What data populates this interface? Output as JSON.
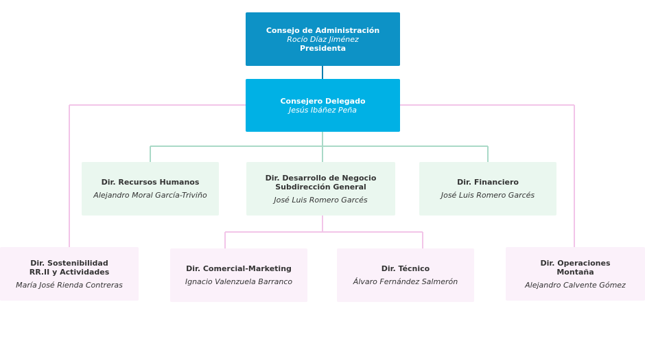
{
  "nodes": {
    "board": {
      "title": "Consejo de Administración",
      "person": "Rocío Díaz Jiménez",
      "role": "Presidenta"
    },
    "ceo": {
      "title": "Consejero Delegado",
      "person": "Jesús Ibáñez Peña"
    },
    "hr": {
      "title": "Dir. Recursos Humanos",
      "person": "Alejandro Moral García-Triviño"
    },
    "business_dev": {
      "title": "Dir. Desarrollo de Negocio\nSubdirección General",
      "person": "José Luis Romero Garcés"
    },
    "finance": {
      "title": "Dir. Financiero",
      "person": "José Luis Romero Garcés"
    },
    "sustainability": {
      "title": "Dir. Sostenibilidad\nRR.II y Actividades",
      "person": "María José Rienda Contreras"
    },
    "commercial": {
      "title": "Dir. Comercial-Marketing",
      "person": "Ignacio Valenzuela Barranco"
    },
    "technical": {
      "title": "Dir. Técnico",
      "person": "Álvaro Fernández Salmerón"
    },
    "operations": {
      "title": "Dir. Operaciones\nMontaña",
      "person": "Alejandro Calvente Gómez"
    }
  },
  "colors": {
    "board": "#0d92c6",
    "ceo": "#00b1e5",
    "mid": "#eaf7ef",
    "low": "#fbf1fa",
    "line_blue": "#0d7fae",
    "line_green": "#a9d9c7",
    "line_pink": "#f2c4e8"
  }
}
